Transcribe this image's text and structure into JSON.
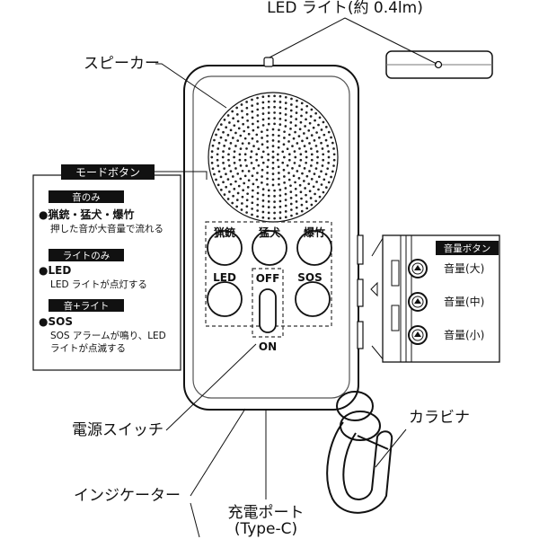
{
  "labels": {
    "led_light": "LED ライト(約 0.4lm)",
    "speaker": "スピーカー",
    "power_switch": "電源スイッチ",
    "indicator": "インジケーター",
    "charge_port": "充電ポート",
    "charge_port_type": "(Type-C)",
    "carabiner": "カラビナ"
  },
  "buttons": {
    "hunting": "猟銃",
    "dog": "猛犬",
    "firecracker": "爆竹",
    "led": "LED",
    "sos": "SOS",
    "off": "OFF",
    "on": "ON"
  },
  "mode_panel": {
    "title": "モードボタン",
    "sections": [
      {
        "header": "音のみ",
        "heading": "●猟銃・猛犬・爆竹",
        "lines": [
          "押した音が大音量で流れる"
        ]
      },
      {
        "header": "ライトのみ",
        "heading": "●LED",
        "lines": [
          "LED ライトが点灯する"
        ]
      },
      {
        "header": "音+ライト",
        "heading": "●SOS",
        "lines": [
          "SOS アラームが鳴り、LED",
          "ライトが点滅する"
        ]
      }
    ]
  },
  "volume_panel": {
    "title": "音量ボタン",
    "items": [
      "音量(大)",
      "音量(中)",
      "音量(小)"
    ]
  }
}
